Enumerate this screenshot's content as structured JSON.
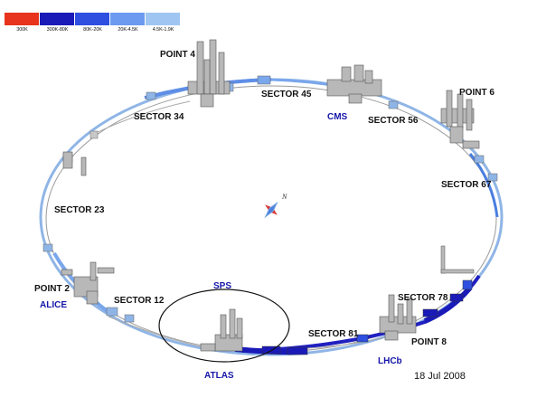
{
  "legend": [
    {
      "label": "300K",
      "color": "#e8341c"
    },
    {
      "label": "300K-80K",
      "color": "#1a1ab8"
    },
    {
      "label": "80K-20K",
      "color": "#2e4fe0"
    },
    {
      "label": "20K-4.5K",
      "color": "#6b9af0"
    },
    {
      "label": "4.5K-1.9K",
      "color": "#9fc6f2"
    }
  ],
  "points": {
    "p4": "POINT 4",
    "p6": "POINT 6",
    "p2": "POINT 2",
    "p8": "POINT 8"
  },
  "sectors": {
    "s45": "SECTOR 45",
    "s34": "SECTOR 34",
    "s56": "SECTOR 56",
    "s67": "SECTOR 67",
    "s23": "SECTOR 23",
    "s12": "SECTOR 12",
    "s78": "SECTOR 78",
    "s81": "SECTOR 81"
  },
  "experiments": {
    "cms": "CMS",
    "alice": "ALICE",
    "sps": "SPS",
    "atlas": "ATLAS",
    "lhcb": "LHCb"
  },
  "compass_letter": "N",
  "date": "18 Jul 2008"
}
